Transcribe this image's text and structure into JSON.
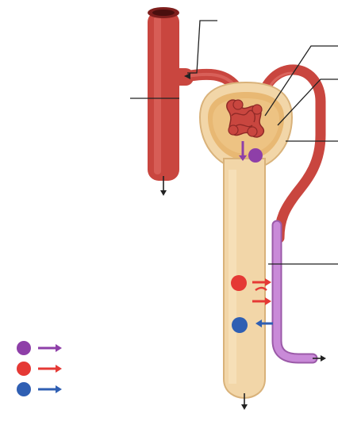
{
  "colors": {
    "background": "#ffffff",
    "vessel": "#c9463f",
    "vessel_dark": "#a93330",
    "vessel_light": "#e2716a",
    "tubule": "#f2d6a8",
    "tubule_edge": "#d9b27a",
    "capsule_inner": "#e8b873",
    "duct": "#c98ad8",
    "duct_edge": "#9b5aa8",
    "label_line": "#222222",
    "purple": "#8e3fa8",
    "red": "#e53935",
    "blue": "#2f5fb3"
  },
  "legend": [
    {
      "color": "purple",
      "arrow_color": "purple"
    },
    {
      "color": "red",
      "arrow_color": "red"
    },
    {
      "color": "blue",
      "arrow_color": "blue"
    }
  ],
  "markers": [
    {
      "id": "capsule-filtration",
      "color": "purple",
      "arrow": "down"
    },
    {
      "id": "tubule-secretion",
      "color": "red",
      "arrow": "right"
    },
    {
      "id": "tubule-reabsorption",
      "color": "blue",
      "arrow": "left"
    }
  ],
  "leader_lines": [
    "vessel-outgoing-label-line",
    "glomerulus-label-line-a",
    "glomerulus-label-line-b",
    "capsule-label-line",
    "duct-label-line",
    "vessel-left-label-line"
  ]
}
